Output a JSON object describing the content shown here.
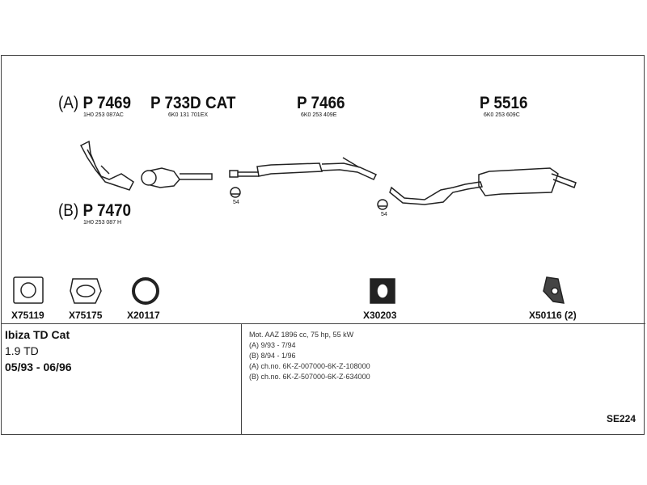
{
  "parts": [
    {
      "prefix": "(A)",
      "number": "P 7469",
      "oem": "1H0 253 087AC"
    },
    {
      "prefix": "",
      "number": "P 733D CAT",
      "oem": "6K0 131 701EX"
    },
    {
      "prefix": "",
      "number": "P 7466",
      "oem": "6K0 253 409E"
    },
    {
      "prefix": "",
      "number": "P 5516",
      "oem": "6K0 253 609C"
    },
    {
      "prefix": "(B)",
      "number": "P 7470",
      "oem": "1H0 253 087 H"
    }
  ],
  "clamps": [
    "54",
    "54"
  ],
  "accessories": [
    "X75119",
    "X75175",
    "X20117",
    "X30203",
    "X50116 (2)"
  ],
  "vehicle": {
    "model": "Ibiza TD Cat",
    "engine": "1.9 TD",
    "years": "05/93 - 06/96"
  },
  "specs": [
    "Mot. AAZ 1896 cc, 75 hp, 55 kW",
    "(A) 9/93 - 7/94",
    "(B) 8/94 - 1/96",
    "(A) ch.no. 6K-Z-007000-6K-Z-108000",
    "(B) ch.no. 6K-Z-507000-6K-Z-634000"
  ],
  "system_code": "SE224"
}
